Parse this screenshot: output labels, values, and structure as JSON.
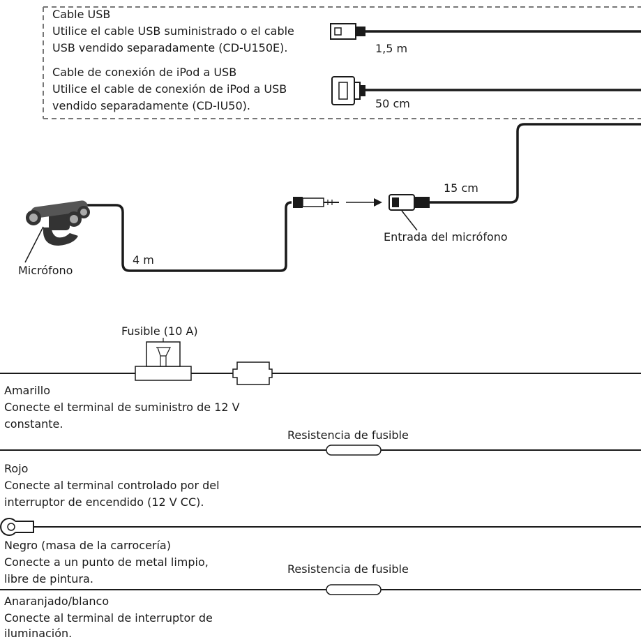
{
  "usb_box": {
    "usb_cable_title": "Cable USB",
    "usb_cable_desc_1": "Utilice el cable USB suministrado o el cable",
    "usb_cable_desc_2": "USB vendido separadamente (CD-U150E).",
    "usb_cable_length": "1,5 m",
    "ipod_cable_title": "Cable de conexión de iPod a USB",
    "ipod_cable_desc_1": "Utilice el cable de conexión de iPod a USB",
    "ipod_cable_desc_2": "vendido separadamente (CD-IU50).",
    "ipod_cable_length": "50 cm"
  },
  "microphone": {
    "input_length": "15 cm",
    "input_label": "Entrada del micrófono",
    "mic_cable_length": "4 m",
    "mic_label": "Micrófono"
  },
  "power": {
    "fuse_label": "Fusible (10 A)",
    "fuse_resistor_label_1": "Resistencia de fusible",
    "fuse_resistor_label_2": "Resistencia de fusible",
    "wires": [
      {
        "color_name": "Amarillo",
        "desc_1": "Conecte el terminal de suministro de 12 V",
        "desc_2": "constante."
      },
      {
        "color_name": "Rojo",
        "desc_1": "Conecte al terminal controlado por del",
        "desc_2": "interruptor de encendido (12 V CC)."
      },
      {
        "color_name": "Negro (masa de la carrocería)",
        "desc_1": "Conecte a un punto de metal limpio,",
        "desc_2": "libre de pintura."
      },
      {
        "color_name": "Anaranjado/blanco",
        "desc_1": "Conecte al terminal de interruptor de",
        "desc_2": "iluminación."
      }
    ]
  },
  "colors": {
    "line": "#1a1a1a",
    "dash": "#777777",
    "mic_body": "#555555"
  }
}
